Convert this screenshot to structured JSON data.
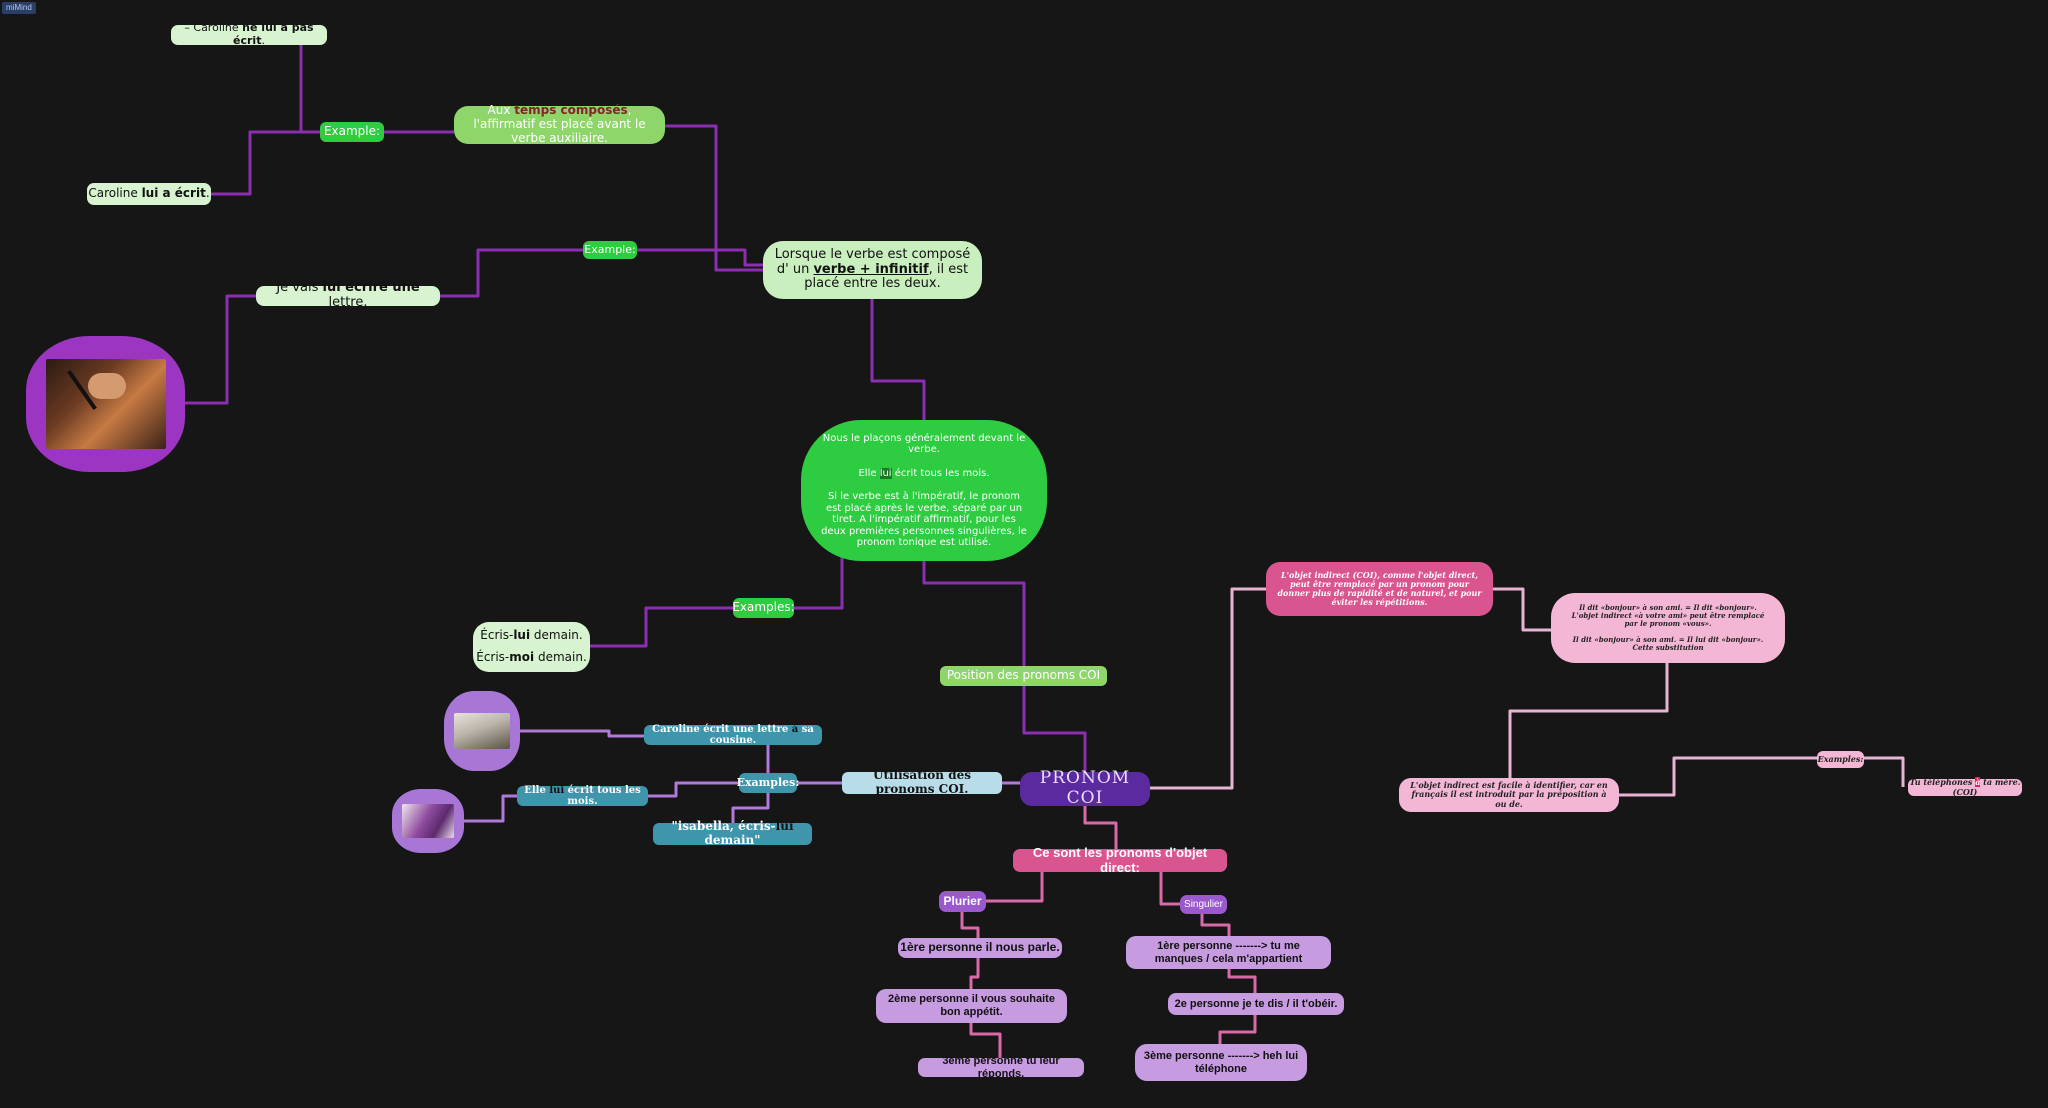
{
  "app": {
    "logo": "miMind"
  },
  "central": {
    "title": "PRONOM COI"
  },
  "position": {
    "label": "Position des pronoms COI",
    "main": {
      "line1": "Nous le plaçons généralement devant le verbe.",
      "line2a": "Elle ",
      "line2b": "lui",
      "line2c": " écrit tous les mois.",
      "line3": "Si le verbe est à l'impératif, le pronom est placé après le verbe, séparé par un tiret. A l'impératif affirmatif, pour les deux premières personnes singulières, le pronom tonique est utilisé."
    },
    "examples_label": "Examples:",
    "ex1a": "Écris-",
    "ex1b": "lui",
    "ex1c": " demain.",
    "ex2a": "Écris-",
    "ex2b": "moi",
    "ex2c": " demain.",
    "compose": {
      "a": "Lorsque le verbe est composé d' un ",
      "b": "verbe + infinitif",
      "c": ", il est placé entre les deux."
    },
    "compose_example_label": "Example:",
    "compose_example": {
      "a": "Je vais ",
      "b": "lui écrire une",
      "c": " lettre."
    },
    "temps": {
      "a": "Aux ",
      "b": "temps composés",
      "c": ", l'affirmatif est placé avant le verbe auxiliaire."
    },
    "temps_example_label": "Example:",
    "temps_ex1": {
      "a": "– Caroline ",
      "b": "ne lui a pas écrit",
      "c": "."
    },
    "temps_ex2": {
      "a": "Caroline ",
      "b": "lui a écrit",
      "c": "."
    }
  },
  "utilisation": {
    "label": "Utilisation des pronoms COI.",
    "examples_label": "Examples:",
    "ex1": {
      "a": "Caroline écrit une lettre ",
      "b": "à",
      "c": " sa cousine."
    },
    "ex2": {
      "a": "Elle ",
      "b": "lui",
      "c": " écrit tous les mois."
    },
    "ex3": {
      "a": "\"isabella, écris-",
      "b": "lui",
      "c": " demain\""
    }
  },
  "definition": {
    "main": "L'objet indirect (COI), comme l'objet direct, peut être remplacé par un pronom pour donner plus de rapidité et de naturel, et pour éviter les répétitions.",
    "example_text": "Il dit «bonjour» à son ami. = Il dit «bonjour». L'objet indirect «à votre ami» peut être remplacé par le pronom «vous».\n\nIl dit «bonjour» à son ami. = Il lui dit «bonjour». Cette substitution",
    "identify": "L'objet indirect est facile à identifier, car en français il est introduit par la préposition à ou de.",
    "examples_label": "Examples:",
    "final": {
      "a": "Tu téléphones ",
      "b": "à",
      "c": " ta mère. (COI)"
    }
  },
  "direct": {
    "title": "Ce sont les pronoms d'objet direct:",
    "pluriel": "Plurier",
    "singulier": "Singulier",
    "p1": "1ère personne il nous parle.",
    "p2": "2ème personne il vous souhaite bon appétit.",
    "p3": "3ème personne tu leur réponds.",
    "s1": "1ère personne -------> tu me manques / cela m'appartient",
    "s2": "2e personne je te dis / il t'obéir.",
    "s3": "3ème personne -------> heh lui téléphone"
  },
  "colors": {
    "line_purple": "#8a2fb0",
    "line_pink": "#d86aa8",
    "line_lightpink": "#e8b4d4",
    "line_violet": "#b07ad8"
  }
}
